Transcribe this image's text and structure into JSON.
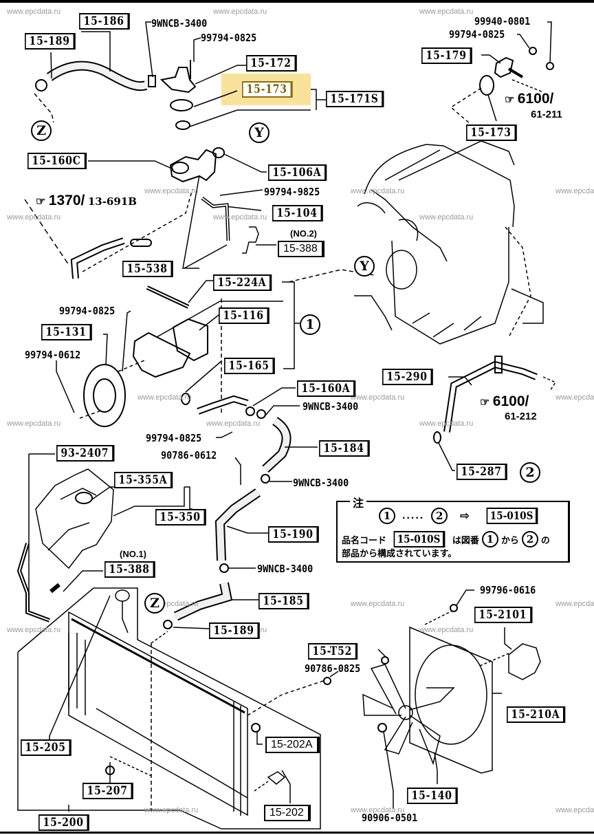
{
  "watermark": "www.epcdata.ru",
  "highlight_color": "#f7d87a",
  "highlighted_part": "15-173",
  "parts": {
    "p15_186": "15-186",
    "p15_189_top": "15-189",
    "p15_172": "15-172",
    "p15_173_hl": "15-173",
    "p15_171S": "15-171S",
    "p15_179": "15-179",
    "p15_173_right": "15-173",
    "p15_160C": "15-160C",
    "p15_106A": "15-106A",
    "p15_104": "15-104",
    "p15_388_no2": "15-388",
    "p15_538": "15-538",
    "p15_224A": "15-224A",
    "p15_116": "15-116",
    "p15_131": "15-131",
    "p15_165": "15-165",
    "p15_160A": "15-160A",
    "p15_290": "15-290",
    "p15_184": "15-184",
    "p93_2407": "93-2407",
    "p15_355A": "15-355A",
    "p15_350": "15-350",
    "p15_190": "15-190",
    "p15_287": "15-287",
    "p15_388_no1": "15-388",
    "p15_185": "15-185",
    "p15_189_bottom": "15-189",
    "p15_2101": "15-2101",
    "p15_T52": "15-T52",
    "p15_210A": "15-210A",
    "p15_205": "15-205",
    "p15_202A": "15-202A",
    "p15_207": "15-207",
    "p15_140": "15-140",
    "p15_202": "15-202",
    "p15_200": "15-200"
  },
  "hardware": {
    "clamp_9wncb_top": "9WNCB-3400",
    "bolt_99794_0825_top": "99794-0825",
    "nut_99940_0801": "99940-0801",
    "bolt_99794_0825_right": "99794-0825",
    "bolt_99794_9825": "99794-9825",
    "bolt_99794_0825_pump": "99794-0825",
    "bolt_99794_0612": "99794-0612",
    "clamp_9wncb_mid": "9WNCB-3400",
    "bolt_99794_0825_lower": "99794-0825",
    "bolt_90786_0612": "90786-0612",
    "clamp_9wncb_lower": "9WNCB-3400",
    "clamp_9wncb_bottom": "9WNCB-3400",
    "bolt_99796_0616": "99796-0616",
    "bolt_90786_0825": "90786-0825",
    "nut_90906_0501": "90906-0501"
  },
  "qualifiers": {
    "no2": "(NO.2)",
    "no1": "(NO.1)"
  },
  "references": {
    "ref_1370": {
      "main": "1370/",
      "sub": "13-691B"
    },
    "ref_6100_211": {
      "main": "6100/",
      "sub": "61-211"
    },
    "ref_6100_212": {
      "main": "6100/",
      "sub": "61-212"
    }
  },
  "markers": {
    "z": "Z",
    "y": "Y",
    "one": "1",
    "two": "2"
  },
  "note": {
    "title": "注",
    "dots": ".....",
    "arrow": "⇨",
    "kit_code": "15-010S",
    "line2_prefix": "品名コード",
    "line2_mid": "は図番",
    "line2_from": "から",
    "line2_suffix": "の",
    "line3": "部品から構成されています。"
  }
}
